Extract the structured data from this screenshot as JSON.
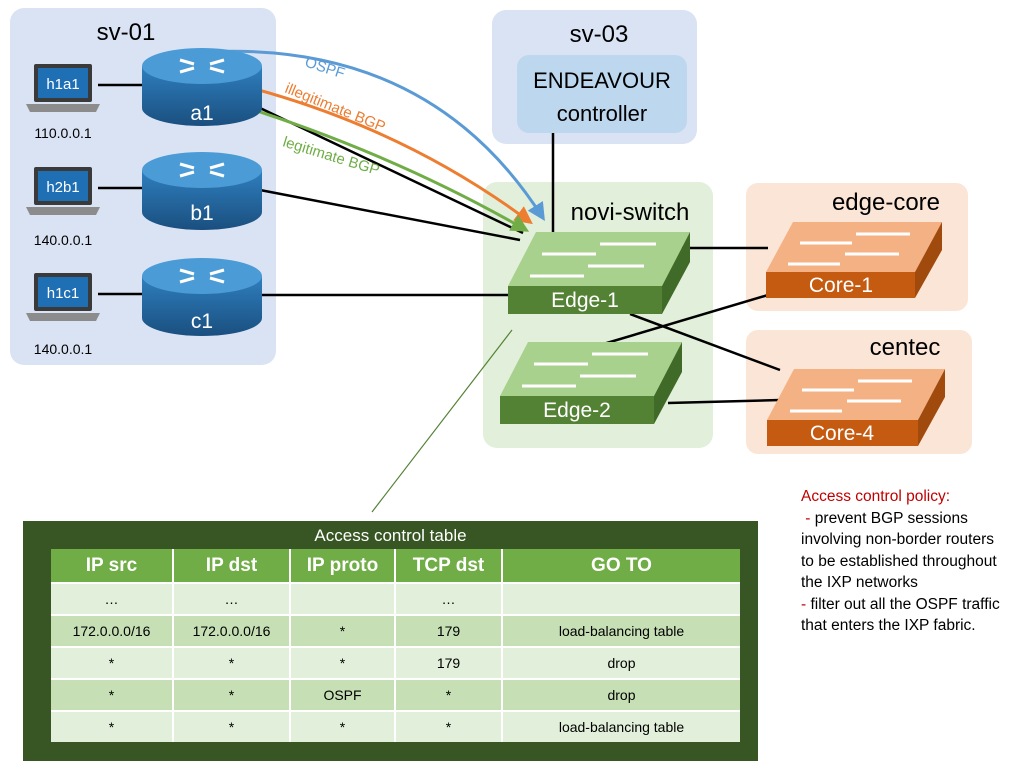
{
  "colors": {
    "site_box": "#dae3f3",
    "controller_box": "#bdd7ee",
    "switch_box": "#e2efda",
    "vendor_box": "#fbe5d6",
    "router": "#2e75b6",
    "edge_switch": "#70ad47",
    "core_switch": "#e07b39",
    "ospf": "#5b9bd5",
    "illegitimate_bgp": "#ed7d31",
    "legitimate_bgp": "#70ad47",
    "table_bg": "#375623",
    "table_header": "#70ad47",
    "policy_heading": "#c00000"
  },
  "groups": {
    "sv01": "sv-01",
    "sv03": "sv-03",
    "novi": "novi-switch",
    "edgecore": "edge-core",
    "centec": "centec"
  },
  "controller": {
    "line1": "ENDEAVOUR",
    "line2": "controller"
  },
  "hosts": [
    {
      "label": "h1a1",
      "ip": "110.0.0.1"
    },
    {
      "label": "h2b1",
      "ip": "140.0.0.1"
    },
    {
      "label": "h1c1",
      "ip": "140.0.0.1"
    }
  ],
  "routers": [
    "a1",
    "b1",
    "c1"
  ],
  "switches": {
    "edge1": "Edge-1",
    "edge2": "Edge-2",
    "core1": "Core-1",
    "core4": "Core-4"
  },
  "flows": {
    "ospf": "OSPF",
    "illegitimate": "illegitimate BGP",
    "legitimate": "legitimate BGP"
  },
  "acl": {
    "title": "Access control table",
    "headers": [
      "IP src",
      "IP dst",
      "IP proto",
      "TCP dst",
      "GO TO"
    ],
    "rows": [
      [
        "…",
        "…",
        "",
        "…",
        ""
      ],
      [
        "172.0.0.0/16",
        "172.0.0.0/16",
        "*",
        "179",
        "load-balancing table"
      ],
      [
        "*",
        "*",
        "*",
        "179",
        "drop"
      ],
      [
        "*",
        "*",
        "OSPF",
        "*",
        "drop"
      ],
      [
        "*",
        "*",
        "*",
        "*",
        "load-balancing table"
      ]
    ]
  },
  "policy": {
    "heading": "Access control policy:",
    "bullet1_dash": " - ",
    "bullet1": "prevent BGP sessions involving non-border routers to be established throughout the IXP networks",
    "bullet2_dash": "- ",
    "bullet2": "filter out all the OSPF traffic that enters the IXP fabric."
  }
}
